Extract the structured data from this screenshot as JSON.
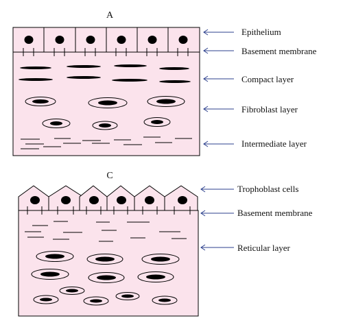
{
  "colors": {
    "tissue_fill": "#fbe3ec",
    "outline": "#000000",
    "nucleus": "#000000",
    "arrow": "#2b3f8c"
  },
  "panel_a": {
    "letter": "A",
    "labels": {
      "epithelium": "Epithelium",
      "basement_membrane": "Basement membrane",
      "compact_layer": "Compact layer",
      "fibroblast_layer": "Fibroblast layer",
      "intermediate_layer": "Intermediate layer"
    }
  },
  "panel_c": {
    "letter": "C",
    "labels": {
      "trophoblast_cells": "Trophoblast cells",
      "basement_membrane": "Basement membrane",
      "reticular_layer": "Reticular layer"
    }
  }
}
